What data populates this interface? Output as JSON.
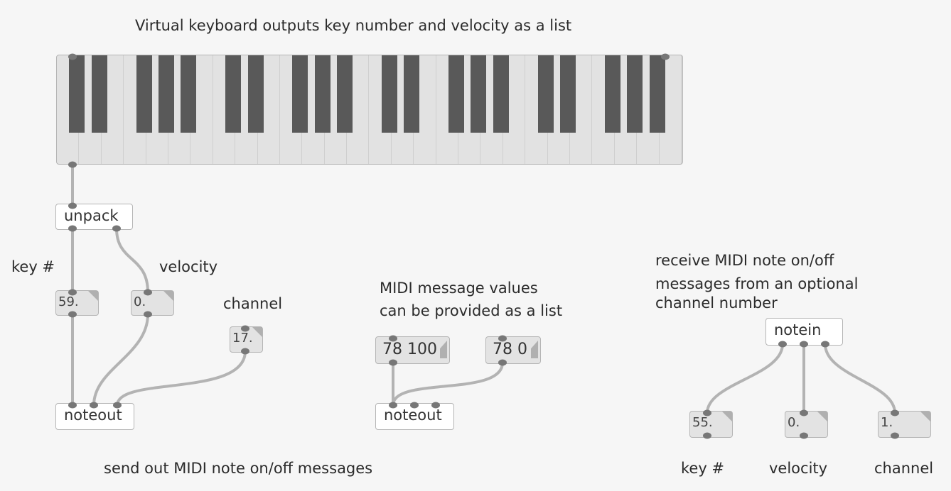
{
  "title": "Virtual keyboard outputs key number and velocity as a list",
  "keyboard": {
    "octaves": 4,
    "white_keys": 28,
    "black_keys": 20
  },
  "objects": {
    "unpack": "unpack",
    "noteout1": "noteout",
    "noteout2": "noteout",
    "notein": "notein"
  },
  "numbers": {
    "key": "59.",
    "velocity": "0.",
    "channel": "17.",
    "in_key": "55.",
    "in_velocity": "0.",
    "in_channel": "1."
  },
  "messages": {
    "on": "78 100",
    "off": "78 0"
  },
  "labels": {
    "key": "key #",
    "velocity": "velocity",
    "channel": "channel",
    "msg_line1": "MIDI message values",
    "msg_line2": "can be provided as a list",
    "recv_line1": "receive MIDI note on/off",
    "recv_line2": "messages from an optional",
    "recv_line3": "channel number",
    "send": "send out MIDI note on/off messages",
    "in_key": "key #",
    "in_velocity": "velocity",
    "in_channel": "channel"
  }
}
